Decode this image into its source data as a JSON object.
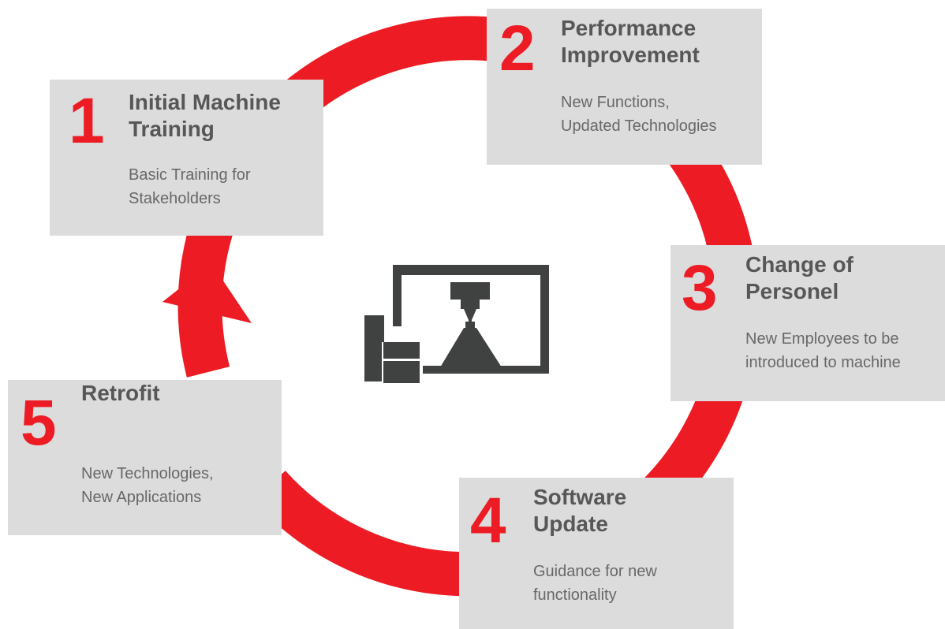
{
  "diagram": {
    "colors": {
      "accent": "#ed1c24",
      "card_background": "#dcdcdd",
      "title_text": "#575757",
      "body_text": "#686868",
      "icon": "#404242"
    },
    "center_icon": "cnc-machine-icon",
    "steps": [
      {
        "number": "1",
        "title": "Initial Machine\nTraining",
        "description": "Basic Training for\nStakeholders"
      },
      {
        "number": "2",
        "title": "Performance\nImprovement",
        "description": "New Functions,\nUpdated Technologies"
      },
      {
        "number": "3",
        "title": "Change of\nPersonel",
        "description": "New Employees to be\nintroduced to machine"
      },
      {
        "number": "4",
        "title": "Software\nUpdate",
        "description": "Guidance for new\nfunctionality"
      },
      {
        "number": "5",
        "title": "Retrofit",
        "description": "New Technologies,\nNew Applications"
      }
    ]
  }
}
